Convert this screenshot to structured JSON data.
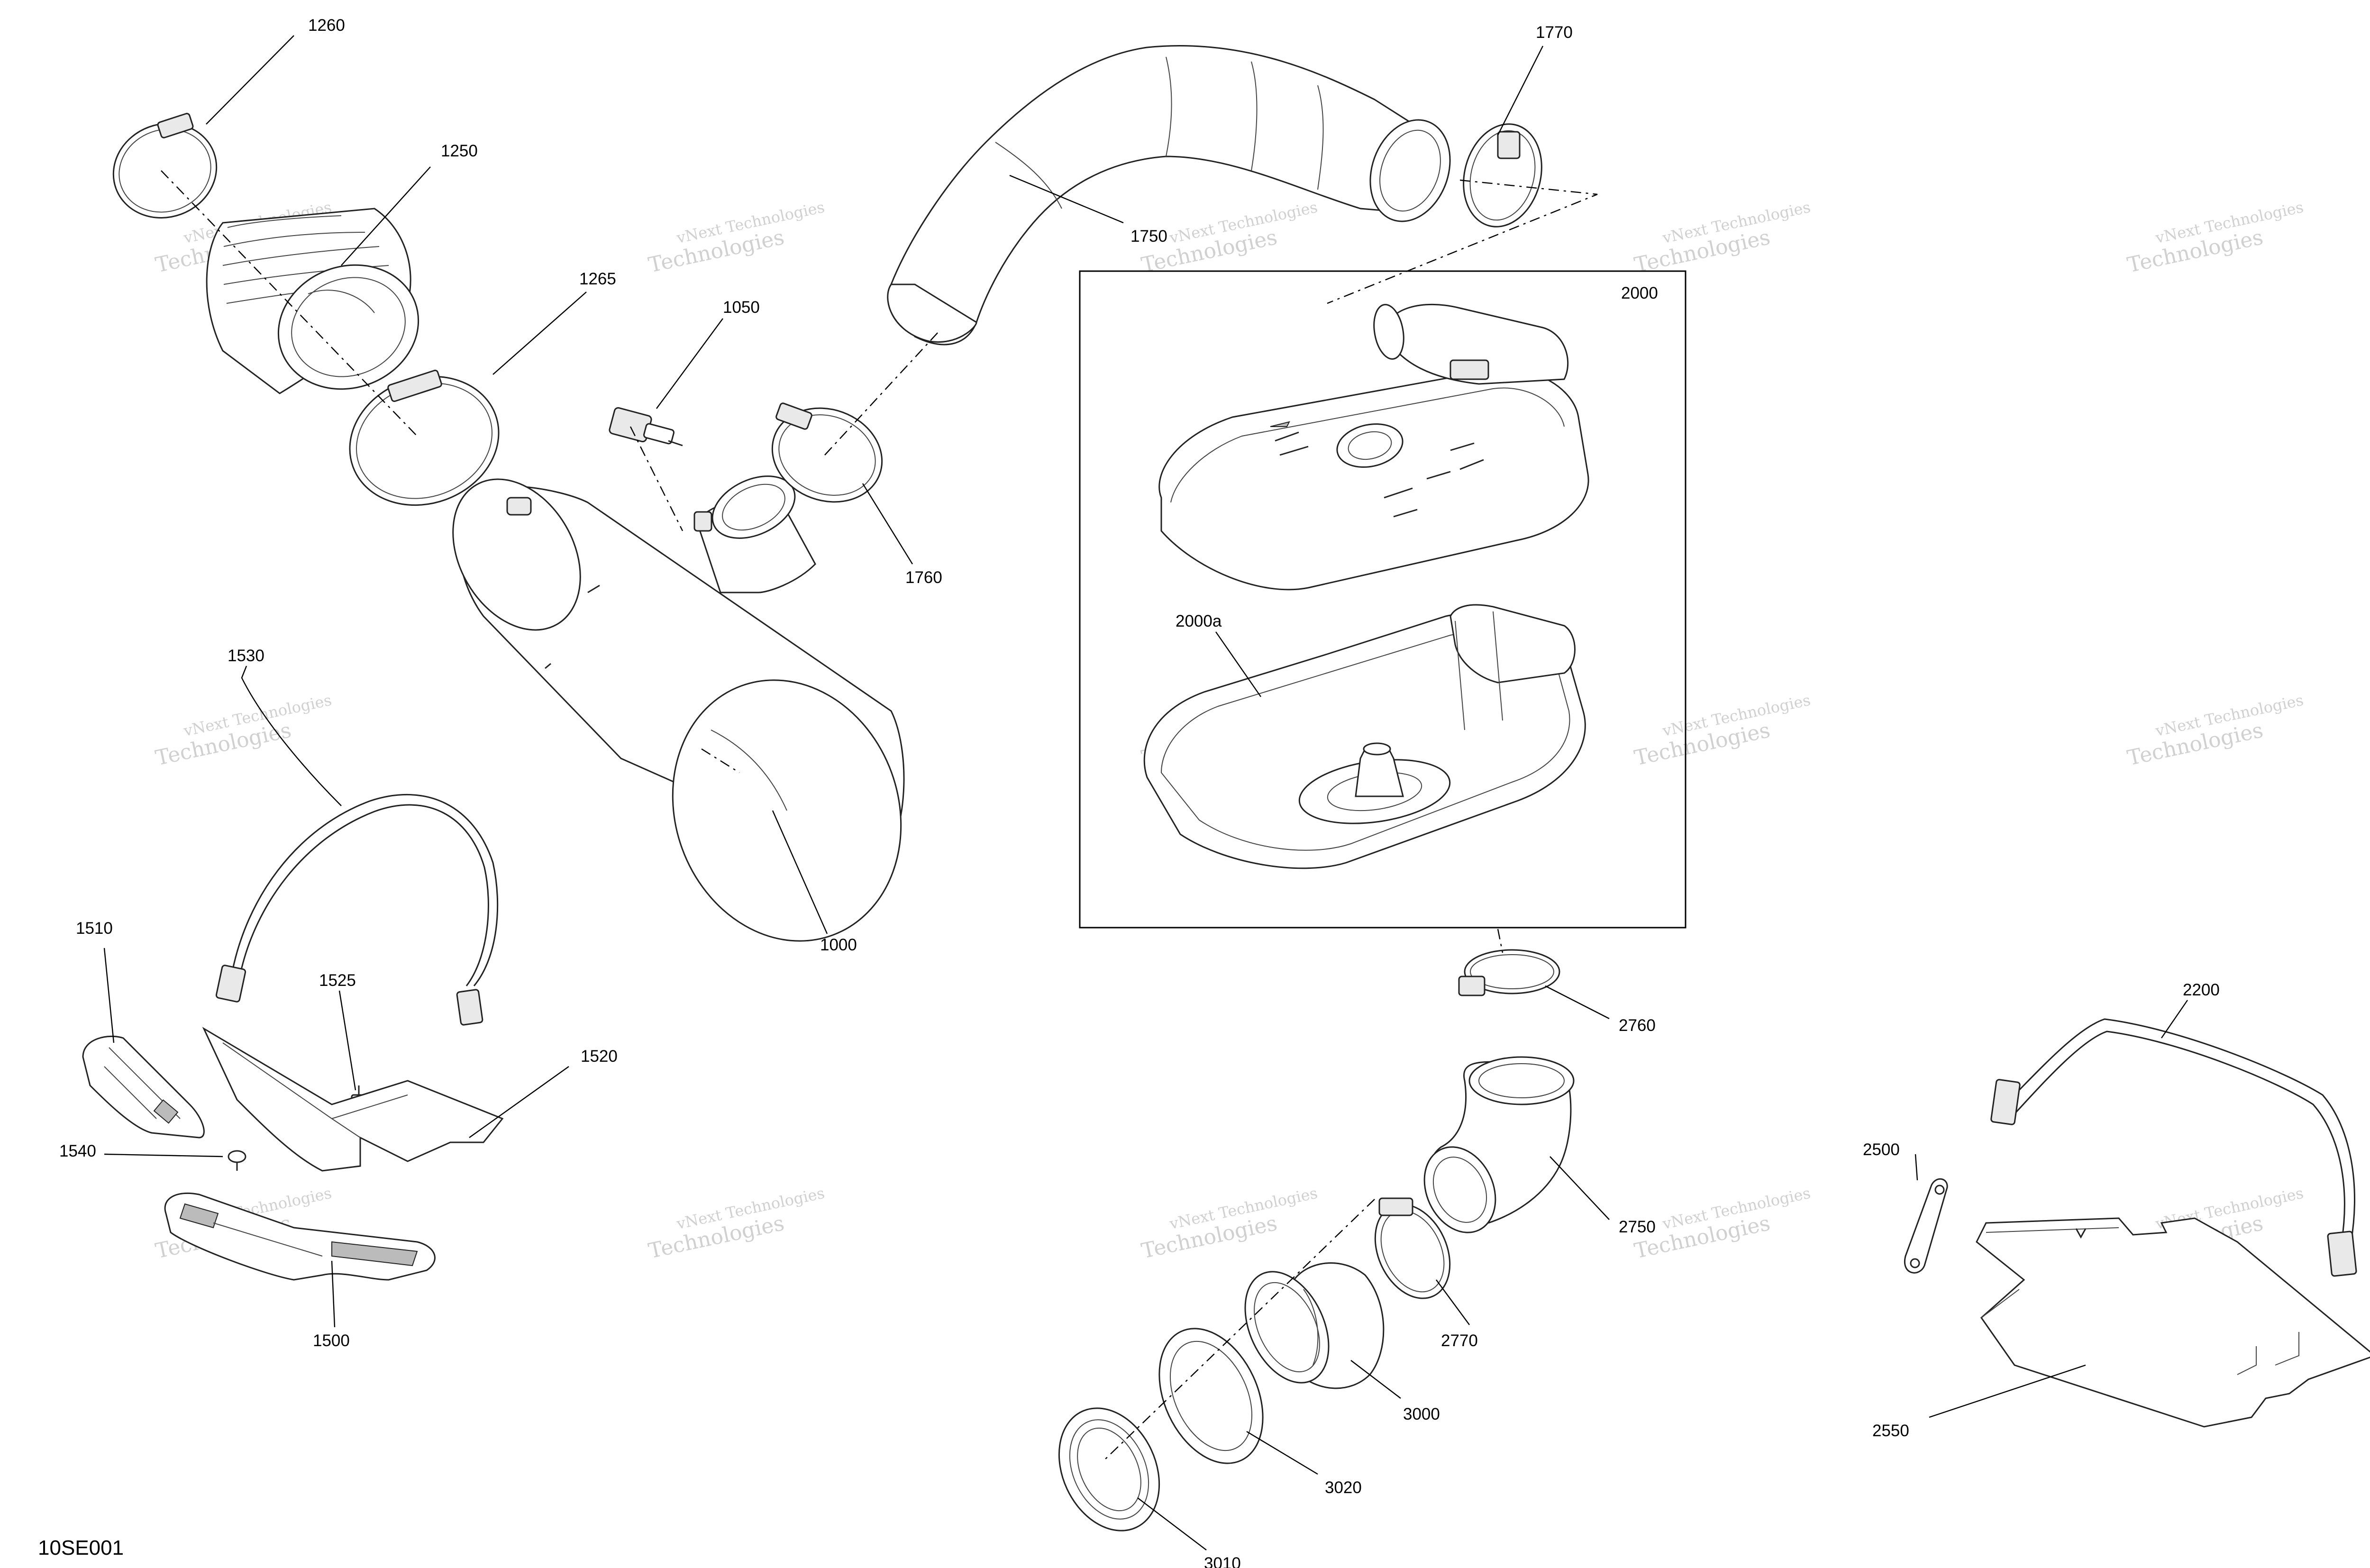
{
  "sheet_id": "10SE001",
  "watermark": {
    "line1": "vNext Technologies",
    "line2": "Technologies"
  },
  "callouts": [
    {
      "id": "c1260",
      "text": "1260"
    },
    {
      "id": "c1250",
      "text": "1250"
    },
    {
      "id": "c1265",
      "text": "1265"
    },
    {
      "id": "c1050",
      "text": "1050"
    },
    {
      "id": "c1760",
      "text": "1760"
    },
    {
      "id": "c1750",
      "text": "1750"
    },
    {
      "id": "c1770",
      "text": "1770"
    },
    {
      "id": "c2000",
      "text": "2000"
    },
    {
      "id": "c2000a",
      "text": "2000a"
    },
    {
      "id": "c1000",
      "text": "1000"
    },
    {
      "id": "c1530",
      "text": "1530"
    },
    {
      "id": "c1510",
      "text": "1510"
    },
    {
      "id": "c1525",
      "text": "1525"
    },
    {
      "id": "c1520",
      "text": "1520"
    },
    {
      "id": "c1540",
      "text": "1540"
    },
    {
      "id": "c1500",
      "text": "1500"
    },
    {
      "id": "c2760",
      "text": "2760"
    },
    {
      "id": "c2750",
      "text": "2750"
    },
    {
      "id": "c2770",
      "text": "2770"
    },
    {
      "id": "c3000",
      "text": "3000"
    },
    {
      "id": "c3020",
      "text": "3020"
    },
    {
      "id": "c3010",
      "text": "3010"
    },
    {
      "id": "c2200",
      "text": "2200"
    },
    {
      "id": "c2500",
      "text": "2500"
    },
    {
      "id": "c2550",
      "text": "2550"
    }
  ]
}
